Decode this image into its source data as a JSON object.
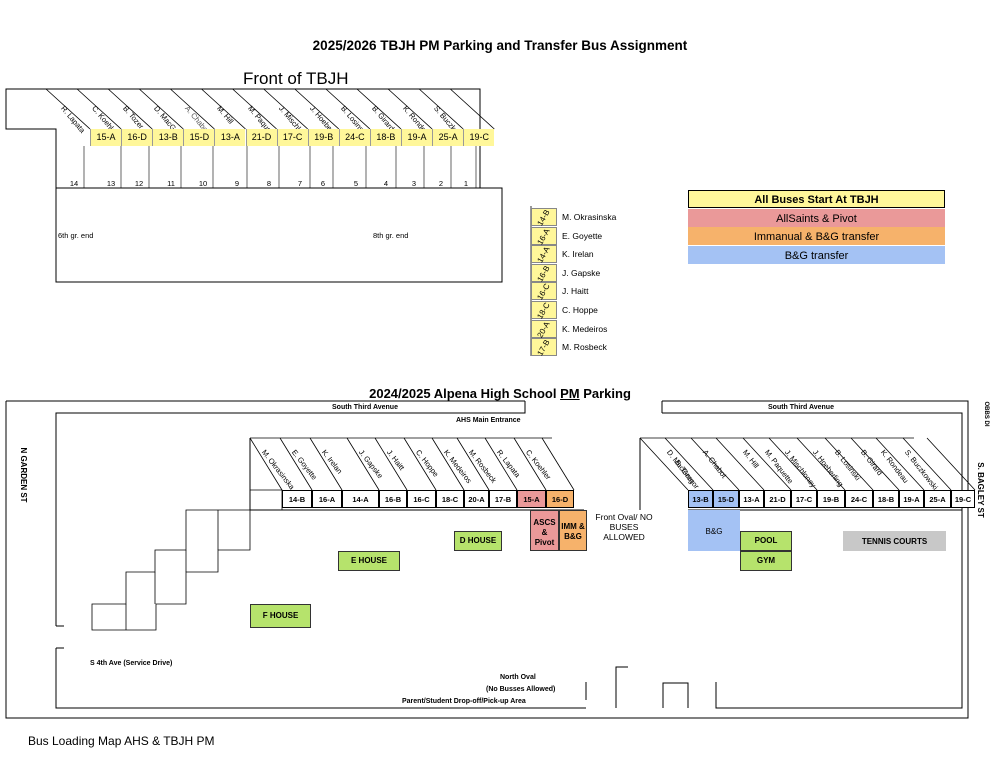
{
  "title_top": "2025/2026 TBJH PM Parking and Transfer Bus Assignment",
  "front_label": "Front of TBJH",
  "tbjh": {
    "drivers": [
      "R. Lapata",
      "C. Koehler",
      "B. Tozer",
      "D. MacGregor",
      "A. Chabot",
      "M. Hill",
      "M. Paquette",
      "J. Mischloney",
      "J. Hoeberling",
      "B. Losinski",
      "B. Girard",
      "K. Rondeau",
      "S. Buczkowski"
    ],
    "buses": [
      "15-A",
      "16-D",
      "13-B",
      "15-D",
      "13-A",
      "21-D",
      "17-C",
      "19-B",
      "24-C",
      "18-B",
      "19-A",
      "25-A",
      "19-C"
    ],
    "slot_numbers": [
      "14",
      "13",
      "12",
      "11",
      "10",
      "9",
      "8",
      "7",
      "6",
      "5",
      "4",
      "3",
      "2",
      "1"
    ],
    "left_end_label": "6th gr. end",
    "right_end_label": "8th gr. end",
    "side_list": [
      {
        "bus": "14-B",
        "driver": "M. Okrasinska"
      },
      {
        "bus": "16-A",
        "driver": "E. Goyette"
      },
      {
        "bus": "14-A",
        "driver": "K. Irelan"
      },
      {
        "bus": "16-B",
        "driver": "J. Gapske"
      },
      {
        "bus": "16-C",
        "driver": "J. Haitt"
      },
      {
        "bus": "18-C",
        "driver": "C. Hoppe"
      },
      {
        "bus": "20-A",
        "driver": "K. Medeiros"
      },
      {
        "bus": "17-B",
        "driver": "M. Rosbeck"
      }
    ]
  },
  "legend": [
    {
      "label": "All Buses Start At TBJH",
      "color": "#fff79a"
    },
    {
      "label": "AllSaints & Pivot",
      "color": "#ea9999"
    },
    {
      "label": "Immanual & B&G transfer",
      "color": "#f6b26b"
    },
    {
      "label": "B&G transfer",
      "color": "#a4c2f4"
    }
  ],
  "ahs": {
    "title_pre": "2024/2025 Alpena High School ",
    "title_pm": "PM",
    "title_post": " Parking",
    "south_third_left": "South Third Avenue",
    "south_third_right": "South Third Avenue",
    "main_entrance": "AHS Main Entrance",
    "n_garden": "N GARDEN ST",
    "s_bagley": "S. BAGLEY ST",
    "obbs": "OBBS DI",
    "left_drivers": [
      "M. Okrasinska",
      "E. Goyette",
      "K. Irelan",
      "J. Gapske",
      "J. Haitt",
      "C. Hoppe",
      "K. Medeiros",
      "M. Rosbeck",
      "R. Lapata",
      "C. Koehler"
    ],
    "left_buses": [
      "14-B",
      "16-A",
      "14-A",
      "16-B",
      "16-C",
      "18-C",
      "20-A",
      "17-B",
      "15-A",
      "16-D"
    ],
    "right_drivers": [
      "D. MacGregor",
      "B. Tozer",
      "A. Chabot",
      "M. Hill",
      "M. Paquette",
      "J. Mischloney",
      "J. Hoeberling",
      "B. Losinski",
      "B. Girard",
      "K. Rondeau",
      "S. Buczkowski"
    ],
    "right_buses": [
      "13-B",
      "15-D",
      "13-A",
      "21-D",
      "17-C",
      "19-B",
      "24-C",
      "18-B",
      "19-A",
      "25-A",
      "19-C"
    ],
    "ascs_label": "ASCS & Pivot",
    "imm_label": "IMM & B&G",
    "front_oval": "Front Oval/ NO BUSES ALLOWED",
    "bg_label": "B&G",
    "pool": "POOL",
    "gym": "GYM",
    "tennis": "TENNIS COURTS",
    "d_house": "D HOUSE",
    "e_house": "E HOUSE",
    "f_house": "F HOUSE",
    "s4th": "S 4th Ave (Service Drive)",
    "north_oval": "North Oval",
    "no_busses": "(No Busses Allowed)",
    "dropoff": "Parent/Student Drop-off/Pick-up Area"
  },
  "footer": "Bus Loading Map AHS & TBJH PM"
}
